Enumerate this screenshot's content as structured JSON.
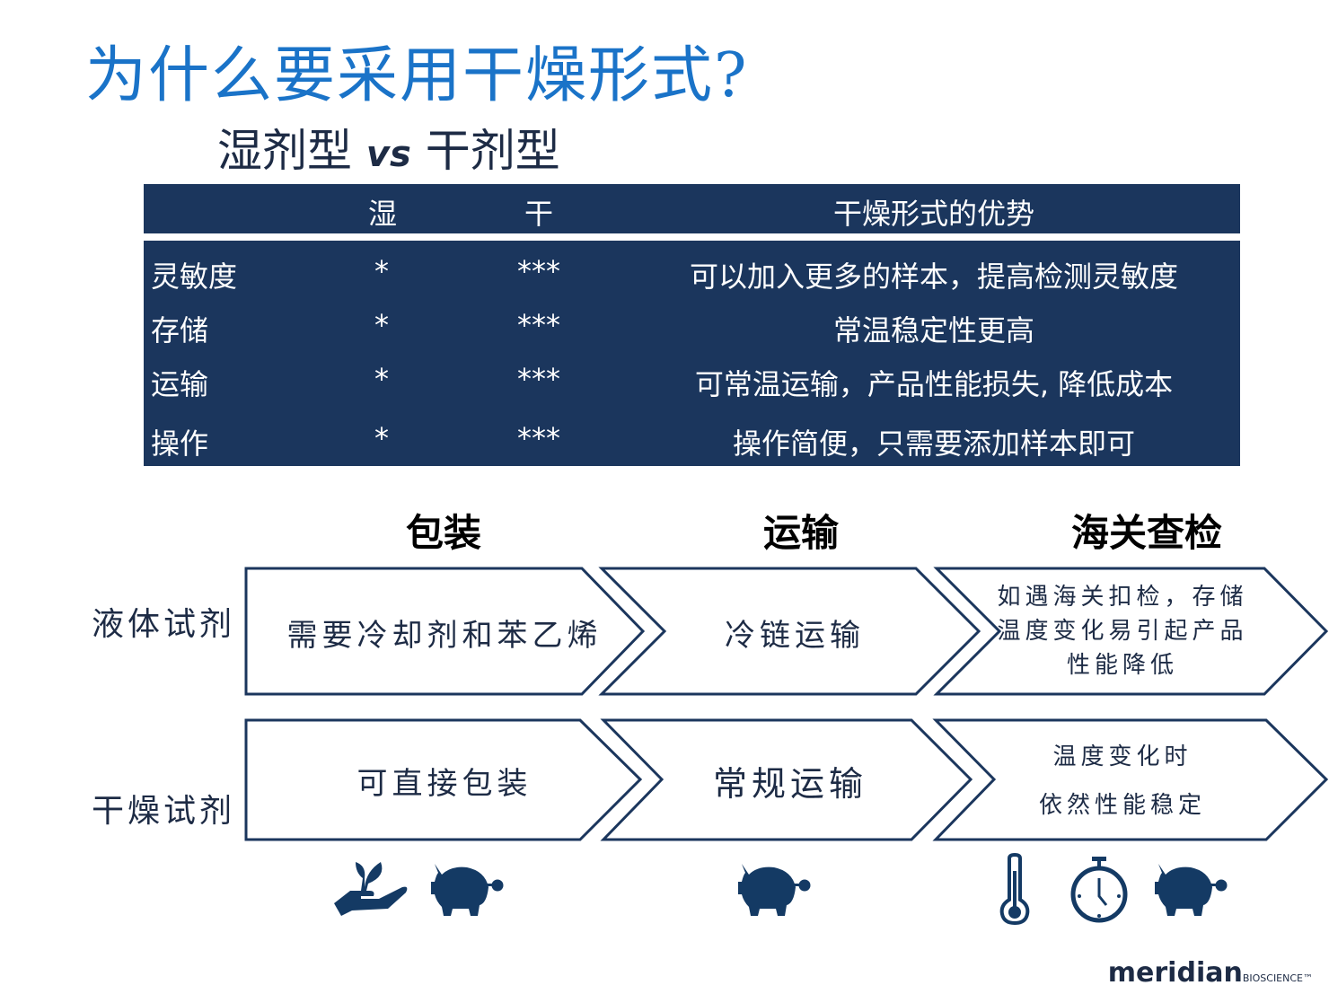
{
  "title": "为什么要采用干燥形式?",
  "subtitle": {
    "left": "湿剂型",
    "vs": "vs",
    "right": "干剂型"
  },
  "table": {
    "headers": [
      "",
      "湿",
      "干",
      "干燥形式的优势"
    ],
    "rows": [
      {
        "name": "灵敏度",
        "wet": "*",
        "dry": "***",
        "advantage": "可以加入更多的样本，提高检测灵敏度"
      },
      {
        "name": "存储",
        "wet": "*",
        "dry": "***",
        "advantage": "常温稳定性更高"
      },
      {
        "name": "运输",
        "wet": "*",
        "dry": "***",
        "advantage": "可常温运输，产品性能损失, 降低成本"
      },
      {
        "name": "操作",
        "wet": "*",
        "dry": "***",
        "advantage": "操作简便，只需要添加样本即可"
      }
    ]
  },
  "stages": [
    "包装",
    "运输",
    "海关查检"
  ],
  "process": [
    {
      "label": "液体试剂",
      "steps": [
        "需要冷却剂和苯乙烯",
        "冷链运输",
        "如遇海关扣检，存储温度变化易引起产品性能降低"
      ]
    },
    {
      "label": "干燥试剂",
      "steps": [
        "可直接包装",
        "常规运输",
        "温度变化时",
        "依然性能稳定"
      ]
    }
  ],
  "icons": [
    "hand-plant-icon",
    "piggy-bank-icon",
    "piggy-bank-icon",
    "thermometer-icon",
    "stopwatch-icon",
    "piggy-bank-icon"
  ],
  "logo": {
    "main": "meridian",
    "sub": "BIOSCIENCE™"
  },
  "colors": {
    "title": "#1a73c8",
    "navy": "#1b365d"
  }
}
